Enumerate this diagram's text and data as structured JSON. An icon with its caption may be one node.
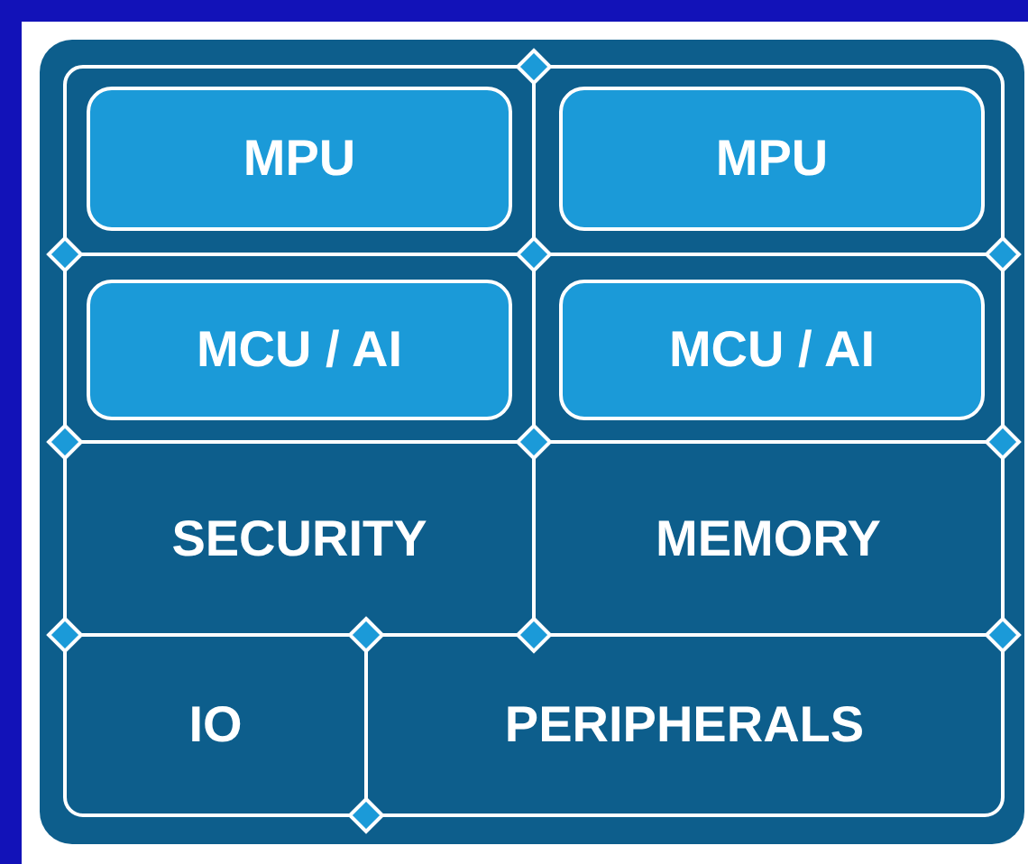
{
  "diagram": {
    "nodes": [
      {
        "text": [],
        "shape": "box"
      },
      {
        "text": [
          "MPU"
        ],
        "in": 0
      },
      {
        "text": [
          "MPU"
        ],
        "in": 0
      },
      {
        "text": [
          "MCU / AI"
        ],
        "in": 0
      },
      {
        "text": [
          "MCU / AI"
        ],
        "in": 0
      },
      {
        "text": [
          "SECURITY"
        ],
        "in": 0
      },
      {
        "text": [
          "MEMORY"
        ],
        "in": 0
      },
      {
        "text": [
          "IO"
        ],
        "in": 0
      },
      {
        "text": [
          "PERIPHERALS"
        ],
        "in": 0
      }
    ]
  }
}
